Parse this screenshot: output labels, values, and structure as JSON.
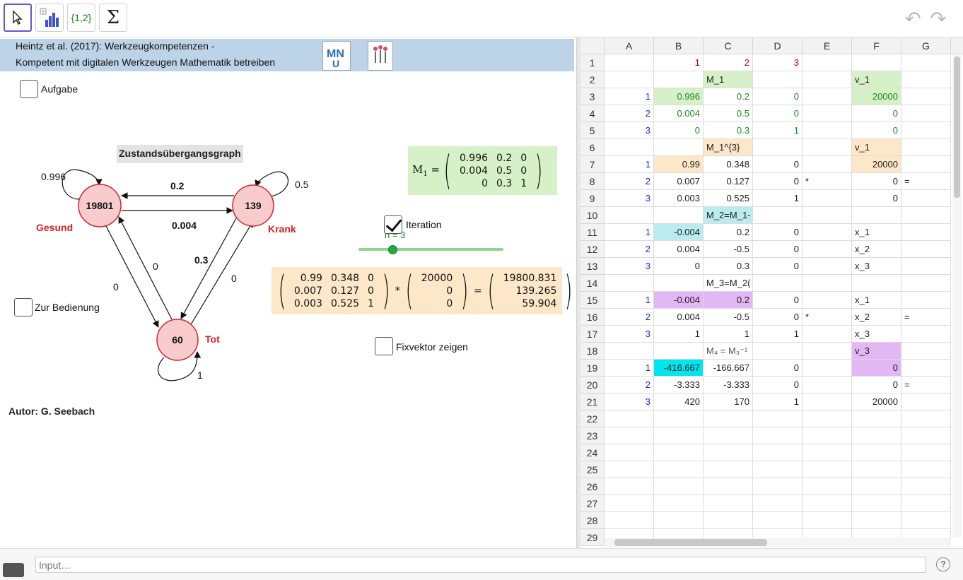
{
  "toolbar": {
    "tools": [
      {
        "name": "move-tool",
        "glyph": "➚"
      },
      {
        "name": "chart-tool",
        "glyph": ""
      },
      {
        "name": "list-tool",
        "glyph": "{1,2}"
      },
      {
        "name": "sum-tool",
        "glyph": "Σ"
      }
    ],
    "undo_glyph": "↶",
    "redo_glyph": "↷"
  },
  "header": {
    "line1": "Heintz et al. (2017): Werkzeugkompetenzen -",
    "line2": "Kompetent mit digitalen Werkzeugen Mathematik betreiben"
  },
  "checkboxes": {
    "aufgabe": "Aufgabe",
    "bedienung": "Zur Bedienung",
    "iteration": "Iteration",
    "fixvektor": "Fixvektor zeigen"
  },
  "graph": {
    "title": "Zustandsübergangsgraph",
    "nodes": {
      "gesund": {
        "value": "19801",
        "label": "Gesund"
      },
      "krank": {
        "value": "139",
        "label": "Krank"
      },
      "tot": {
        "value": "60",
        "label": "Tot"
      }
    },
    "edges": {
      "loop_gesund": "0.996",
      "loop_krank": "0.5",
      "loop_tot": "1",
      "krank_to_gesund": "0.2",
      "gesund_to_krank": "0.004",
      "tot_to_gesund": "0",
      "gesund_to_tot": "0",
      "krank_to_tot": "0.3",
      "tot_to_krank": "0"
    }
  },
  "matrix_m1": {
    "label": "M",
    "sub": "1",
    "rows": [
      [
        "0.996",
        "0.2",
        "0"
      ],
      [
        "0.004",
        "0.5",
        "0"
      ],
      [
        "0",
        "0.3",
        "1"
      ]
    ]
  },
  "slider": {
    "label": "n = 3",
    "value": 3
  },
  "iteration_eq": {
    "matrix": [
      [
        "0.99",
        "0.348",
        "0"
      ],
      [
        "0.007",
        "0.127",
        "0"
      ],
      [
        "0.003",
        "0.525",
        "1"
      ]
    ],
    "vector": [
      "20000",
      "0",
      "0"
    ],
    "result": [
      "19800.831",
      "139.265",
      "59.904"
    ],
    "op": "*",
    "eq": "="
  },
  "author": "Autor: G. Seebach",
  "spreadsheet": {
    "columns": [
      "A",
      "B",
      "C",
      "D",
      "E",
      "F",
      "G"
    ],
    "rows": [
      "1",
      "2",
      "3",
      "4",
      "5",
      "6",
      "7",
      "8",
      "9",
      "10",
      "11",
      "12",
      "13",
      "14",
      "15",
      "16",
      "17",
      "18",
      "19",
      "20",
      "21",
      "22",
      "23",
      "24",
      "25",
      "26",
      "27",
      "28",
      "29"
    ],
    "cells": [
      {
        "r": 1,
        "c": "B",
        "v": "1",
        "color": "#d00000"
      },
      {
        "r": 1,
        "c": "C",
        "v": "2",
        "color": "#d00000"
      },
      {
        "r": 1,
        "c": "D",
        "v": "3",
        "color": "#d00000"
      },
      {
        "r": 2,
        "c": "C",
        "v": "M_1",
        "bg": "#d6f1c8",
        "t": true
      },
      {
        "r": 2,
        "c": "F",
        "v": "v_1",
        "bg": "#d6f1c8",
        "t": true
      },
      {
        "r": 3,
        "c": "A",
        "v": "1",
        "color": "#1a2ccc"
      },
      {
        "r": 3,
        "c": "B",
        "v": "0.996",
        "color": "#1a8a1a",
        "bg": "#d6f1c8"
      },
      {
        "r": 3,
        "c": "C",
        "v": "0.2",
        "color": "#1a8a1a"
      },
      {
        "r": 3,
        "c": "D",
        "v": "0",
        "color": "#1a8a1a"
      },
      {
        "r": 3,
        "c": "F",
        "v": "20000",
        "color": "#1a8a1a",
        "bg": "#d6f1c8"
      },
      {
        "r": 4,
        "c": "A",
        "v": "2",
        "color": "#1a2ccc"
      },
      {
        "r": 4,
        "c": "B",
        "v": "0.004",
        "color": "#1a8a1a"
      },
      {
        "r": 4,
        "c": "C",
        "v": "0.5",
        "color": "#1a8a1a"
      },
      {
        "r": 4,
        "c": "D",
        "v": "0",
        "color": "#1a8a1a"
      },
      {
        "r": 4,
        "c": "F",
        "v": "0",
        "color": "#1a8a1a"
      },
      {
        "r": 5,
        "c": "A",
        "v": "3",
        "color": "#1a2ccc"
      },
      {
        "r": 5,
        "c": "B",
        "v": "0",
        "color": "#1a8a1a"
      },
      {
        "r": 5,
        "c": "C",
        "v": "0.3",
        "color": "#1a8a1a"
      },
      {
        "r": 5,
        "c": "D",
        "v": "1",
        "color": "#1a8a1a"
      },
      {
        "r": 5,
        "c": "F",
        "v": "0",
        "color": "#1a8a1a"
      },
      {
        "r": 6,
        "c": "C",
        "v": "M_1^{3}",
        "bg": "#fde7c9",
        "t": true
      },
      {
        "r": 6,
        "c": "F",
        "v": "v_1",
        "bg": "#fde7c9",
        "t": true
      },
      {
        "r": 7,
        "c": "A",
        "v": "1",
        "color": "#1a2ccc"
      },
      {
        "r": 7,
        "c": "B",
        "v": "0.99",
        "bg": "#fde7c9"
      },
      {
        "r": 7,
        "c": "C",
        "v": "0.348"
      },
      {
        "r": 7,
        "c": "D",
        "v": "0"
      },
      {
        "r": 7,
        "c": "F",
        "v": "20000",
        "bg": "#fde7c9"
      },
      {
        "r": 8,
        "c": "A",
        "v": "2",
        "color": "#1a2ccc"
      },
      {
        "r": 8,
        "c": "B",
        "v": "0.007"
      },
      {
        "r": 8,
        "c": "C",
        "v": "0.127"
      },
      {
        "r": 8,
        "c": "D",
        "v": "0"
      },
      {
        "r": 8,
        "c": "E",
        "v": "*",
        "t": true
      },
      {
        "r": 8,
        "c": "F",
        "v": "0"
      },
      {
        "r": 8,
        "c": "G",
        "v": "=",
        "t": true
      },
      {
        "r": 9,
        "c": "A",
        "v": "3",
        "color": "#1a2ccc"
      },
      {
        "r": 9,
        "c": "B",
        "v": "0.003"
      },
      {
        "r": 9,
        "c": "C",
        "v": "0.525"
      },
      {
        "r": 9,
        "c": "D",
        "v": "1"
      },
      {
        "r": 9,
        "c": "F",
        "v": "0"
      },
      {
        "r": 10,
        "c": "C",
        "v": "M_2=M_1-",
        "bg": "#b9ebef",
        "t": true
      },
      {
        "r": 11,
        "c": "A",
        "v": "1",
        "color": "#1a2ccc"
      },
      {
        "r": 11,
        "c": "B",
        "v": "-0.004",
        "bg": "#b9ebef"
      },
      {
        "r": 11,
        "c": "C",
        "v": "0.2"
      },
      {
        "r": 11,
        "c": "D",
        "v": "0"
      },
      {
        "r": 11,
        "c": "F",
        "v": "x_1",
        "t": true
      },
      {
        "r": 12,
        "c": "A",
        "v": "2",
        "color": "#1a2ccc"
      },
      {
        "r": 12,
        "c": "B",
        "v": "0.004"
      },
      {
        "r": 12,
        "c": "C",
        "v": "-0.5"
      },
      {
        "r": 12,
        "c": "D",
        "v": "0"
      },
      {
        "r": 12,
        "c": "F",
        "v": "x_2",
        "t": true
      },
      {
        "r": 13,
        "c": "A",
        "v": "3",
        "color": "#1a2ccc"
      },
      {
        "r": 13,
        "c": "B",
        "v": "0"
      },
      {
        "r": 13,
        "c": "C",
        "v": "0.3"
      },
      {
        "r": 13,
        "c": "D",
        "v": "0"
      },
      {
        "r": 13,
        "c": "F",
        "v": "x_3",
        "t": true
      },
      {
        "r": 14,
        "c": "C",
        "v": "M_3=M_2(",
        "t": true
      },
      {
        "r": 15,
        "c": "A",
        "v": "1",
        "color": "#1a2ccc"
      },
      {
        "r": 15,
        "c": "B",
        "v": "-0.004",
        "bg": "#e3b7f3"
      },
      {
        "r": 15,
        "c": "C",
        "v": "0.2",
        "bg": "#e3b7f3"
      },
      {
        "r": 15,
        "c": "D",
        "v": "0"
      },
      {
        "r": 15,
        "c": "F",
        "v": "x_1",
        "t": true
      },
      {
        "r": 16,
        "c": "A",
        "v": "2",
        "color": "#1a2ccc"
      },
      {
        "r": 16,
        "c": "B",
        "v": "0.004"
      },
      {
        "r": 16,
        "c": "C",
        "v": "-0.5"
      },
      {
        "r": 16,
        "c": "D",
        "v": "0"
      },
      {
        "r": 16,
        "c": "E",
        "v": "*",
        "t": true
      },
      {
        "r": 16,
        "c": "F",
        "v": "x_2",
        "t": true
      },
      {
        "r": 16,
        "c": "G",
        "v": "=",
        "t": true
      },
      {
        "r": 17,
        "c": "A",
        "v": "3",
        "color": "#1a2ccc"
      },
      {
        "r": 17,
        "c": "B",
        "v": "1"
      },
      {
        "r": 17,
        "c": "C",
        "v": "1"
      },
      {
        "r": 17,
        "c": "D",
        "v": "1"
      },
      {
        "r": 17,
        "c": "F",
        "v": "x_3",
        "t": true
      },
      {
        "r": 18,
        "c": "C",
        "v": "M₄ = M₃⁻¹",
        "t": true,
        "color": "#555"
      },
      {
        "r": 18,
        "c": "F",
        "v": "v_3",
        "bg": "#e3b7f3",
        "t": true
      },
      {
        "r": 19,
        "c": "A",
        "v": "1",
        "color": "#1a2ccc"
      },
      {
        "r": 19,
        "c": "B",
        "v": "-416.667",
        "bg": "#00e5ee"
      },
      {
        "r": 19,
        "c": "C",
        "v": "-166.667"
      },
      {
        "r": 19,
        "c": "D",
        "v": "0"
      },
      {
        "r": 19,
        "c": "F",
        "v": "0",
        "bg": "#e3b7f3"
      },
      {
        "r": 20,
        "c": "A",
        "v": "2",
        "color": "#1a2ccc"
      },
      {
        "r": 20,
        "c": "B",
        "v": "-3.333"
      },
      {
        "r": 20,
        "c": "C",
        "v": "-3.333"
      },
      {
        "r": 20,
        "c": "D",
        "v": "0"
      },
      {
        "r": 20,
        "c": "F",
        "v": "0"
      },
      {
        "r": 20,
        "c": "G",
        "v": "=",
        "t": true
      },
      {
        "r": 21,
        "c": "A",
        "v": "3",
        "color": "#1a2ccc"
      },
      {
        "r": 21,
        "c": "B",
        "v": "420"
      },
      {
        "r": 21,
        "c": "C",
        "v": "170"
      },
      {
        "r": 21,
        "c": "D",
        "v": "1"
      },
      {
        "r": 21,
        "c": "F",
        "v": "20000"
      }
    ]
  },
  "input_bar": {
    "placeholder": "Input…",
    "help": "?"
  }
}
